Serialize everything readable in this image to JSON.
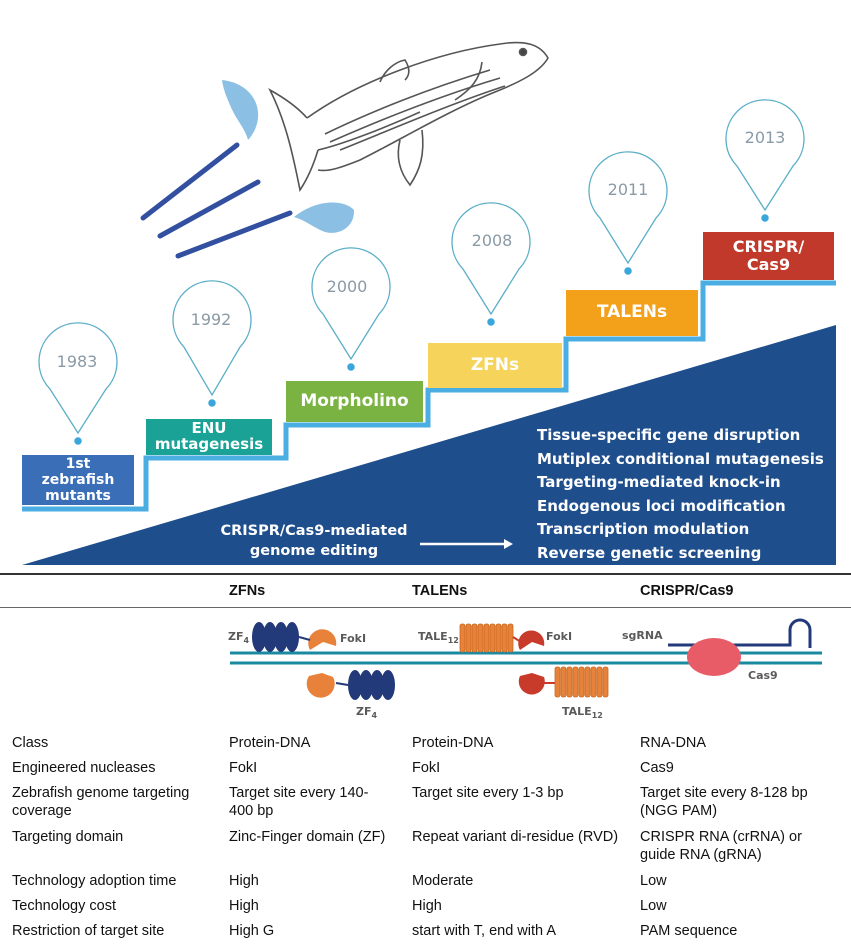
{
  "timeline": {
    "milestones": [
      {
        "year": "1983",
        "label": "1st zebrafish mutants",
        "color": "#3a6fb8"
      },
      {
        "year": "1992",
        "label": "ENU mutagenesis",
        "color": "#1aa297"
      },
      {
        "year": "2000",
        "label": "Morpholino",
        "color": "#7ab341"
      },
      {
        "year": "2008",
        "label": "ZFNs",
        "color": "#f6d35a"
      },
      {
        "year": "2011",
        "label": "TALENs",
        "color": "#f3a01a"
      },
      {
        "year": "2013",
        "label": "CRISPR/ Cas9",
        "color": "#c0392b"
      }
    ],
    "crispr_caption": "CRISPR/Cas9-mediated genome editing",
    "applications": [
      "Tissue-specific gene disruption",
      "Mutiplex conditional mutagenesis",
      "Targeting-mediated knock-in",
      "Endogenous loci modification",
      "Transcription modulation",
      "Reverse genetic screening"
    ],
    "colors": {
      "ramp": "#1f4e8c",
      "step_line": "#4aaee3",
      "pin": "#5aaec7"
    }
  },
  "comparison": {
    "columns": [
      "ZFNs",
      "TALENs",
      "CRISPR/Cas9"
    ],
    "diagram_labels": {
      "zfn_zf": "ZF",
      "zfn_zf_sub": "4",
      "zfn_foki": "FokI",
      "talen_tale": "TALE",
      "talen_tale_sub": "12",
      "talen_foki": "FokI",
      "crispr_sgrna": "sgRNA",
      "crispr_cas9": "Cas9"
    },
    "rows": [
      {
        "label": "Class",
        "zfn": "Protein-DNA",
        "talen": "Protein-DNA",
        "crispr": "RNA-DNA"
      },
      {
        "label": "Engineered nucleases",
        "zfn": "FokI",
        "talen": "FokI",
        "crispr": "Cas9"
      },
      {
        "label": "Zebrafish genome targeting coverage",
        "zfn": "Target site every 140-400 bp",
        "talen": "Target site every 1-3 bp",
        "crispr": "Target site every 8-128 bp (NGG PAM)"
      },
      {
        "label": "Targeting domain",
        "zfn": "Zinc-Finger domain (ZF)",
        "talen": "Repeat variant di-residue (RVD)",
        "crispr": "CRISPR RNA (crRNA) or guide RNA (gRNA)"
      },
      {
        "label": "Technology adoption time",
        "zfn": "High",
        "talen": "Moderate",
        "crispr": "Low"
      },
      {
        "label": "Technology cost",
        "zfn": "High",
        "talen": "High",
        "crispr": "Low"
      },
      {
        "label": "Restriction of target site",
        "zfn": "High G",
        "talen": "start with T, end with A",
        "crispr": "PAM sequence"
      }
    ]
  }
}
